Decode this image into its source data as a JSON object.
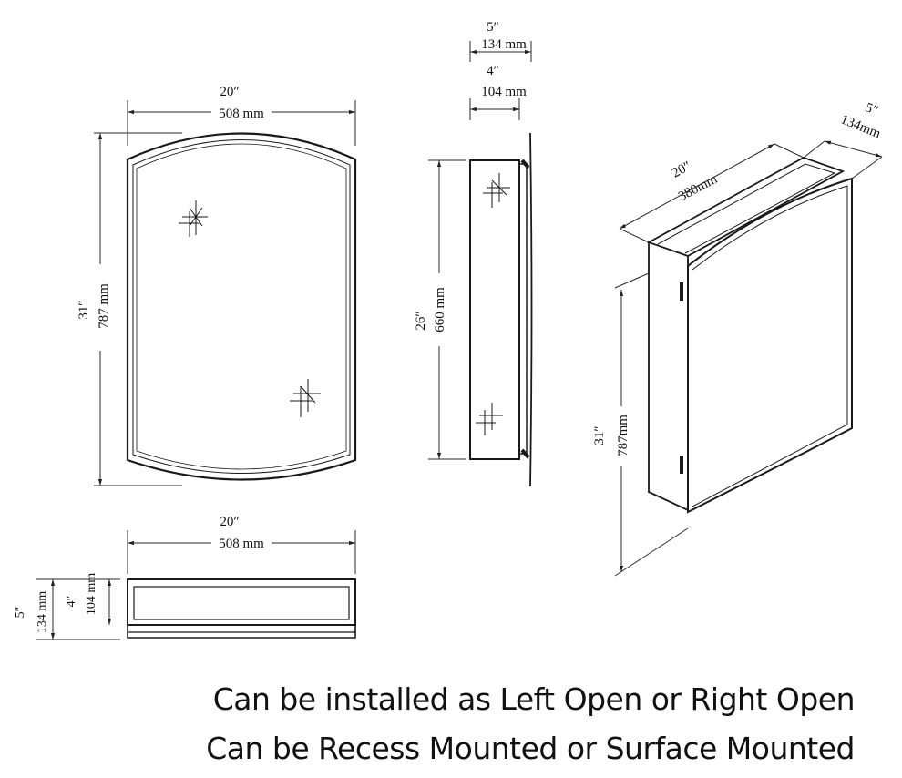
{
  "front_view": {
    "width": {
      "in": "20″",
      "mm": "508 mm"
    },
    "height": {
      "in": "31″",
      "mm": "787 mm"
    }
  },
  "side_view": {
    "depth_total": {
      "in": "5″",
      "mm": "134 mm"
    },
    "depth_recess": {
      "in": "4″",
      "mm": "104 mm"
    },
    "recess_height": {
      "in": "26″",
      "mm": "660 mm"
    }
  },
  "top_view": {
    "width": {
      "in": "20″",
      "mm": "508 mm"
    },
    "depth_total": {
      "in": "5″",
      "mm": "134 mm"
    },
    "depth_recess": {
      "in": "4″",
      "mm": "104 mm"
    }
  },
  "iso_view": {
    "width": {
      "in": "20″",
      "mm": "380mm"
    },
    "depth": {
      "in": "5″",
      "mm": "134mm"
    },
    "height": {
      "in": "31″",
      "mm": "787mm"
    }
  },
  "captions": {
    "line1": "Can be installed as Left Open or Right Open",
    "line2": "Can be Recess Mounted or Surface Mounted"
  }
}
